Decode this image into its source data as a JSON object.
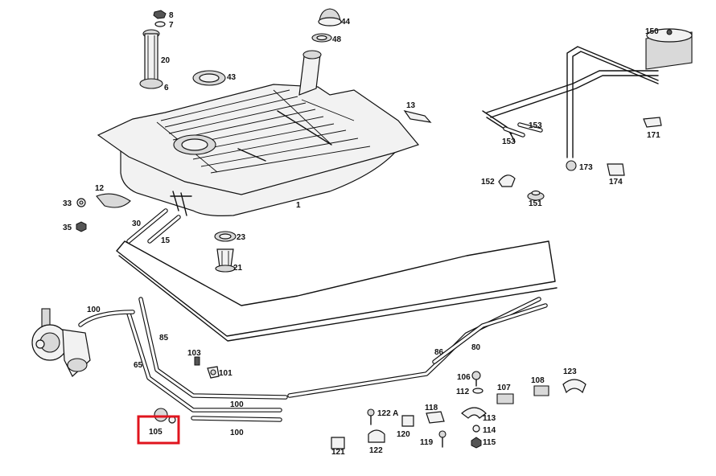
{
  "diagram": {
    "highlight_color": "#e0141e",
    "highlighted_part": "105",
    "labels": {
      "p1": "1",
      "p6": "6",
      "p7": "7",
      "p8": "8",
      "p12": "12",
      "p13": "13",
      "p15": "15",
      "p20": "20",
      "p21": "21",
      "p23": "23",
      "p30": "30",
      "p33": "33",
      "p35": "35",
      "p43": "43",
      "p44": "44",
      "p48": "48",
      "p65": "65",
      "p80": "80",
      "p85": "85",
      "p86": "86",
      "p100a": "100",
      "p100b": "100",
      "p100c": "100",
      "p101": "101",
      "p103": "103",
      "p105": "105",
      "p106": "106",
      "p107": "107",
      "p108": "108",
      "p112": "112",
      "p113": "113",
      "p114": "114",
      "p115": "115",
      "p118": "118",
      "p119": "119",
      "p120": "120",
      "p121": "121",
      "p122": "122",
      "p122a": "122 A",
      "p123": "123",
      "p150": "150",
      "p151": "151",
      "p152": "152",
      "p153a": "153",
      "p153b": "153",
      "p171": "171",
      "p173": "173",
      "p174": "174"
    }
  }
}
